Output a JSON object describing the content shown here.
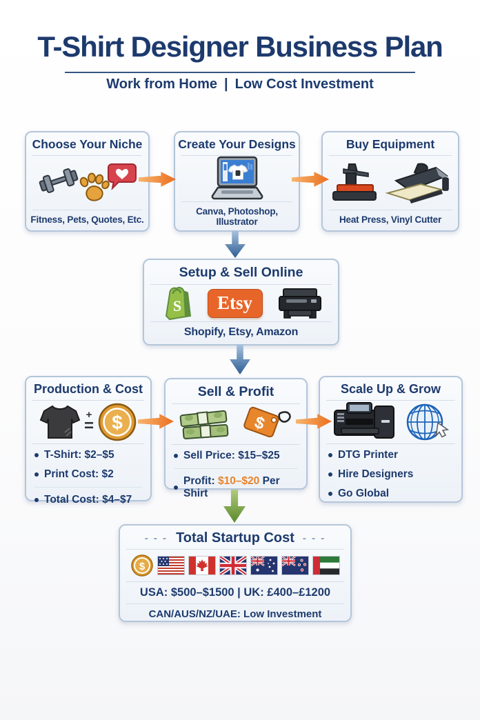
{
  "header": {
    "title": "T-Shirt Designer Business Plan",
    "subtitle_left": "Work from Home",
    "subtitle_divider": "|",
    "subtitle_right": "Low Cost Investment"
  },
  "flow": {
    "step1": {
      "title": "Choose Your Niche",
      "caption": "Fitness, Pets, Quotes, Etc.",
      "icons": [
        "dumbbell-icon",
        "paw-icon",
        "heart-chat-icon"
      ]
    },
    "step2": {
      "title": "Create Your Designs",
      "caption": "Canva, Photoshop, Illustrator",
      "icons": [
        "laptop-design-icon"
      ]
    },
    "step3": {
      "title": "Buy Equipment",
      "caption": "Heat Press, Vinyl Cutter",
      "icons": [
        "heat-press-icon",
        "vinyl-press-icon"
      ]
    },
    "step4": {
      "title": "Setup & Sell Online",
      "caption": "Shopify, Etsy, Amazon",
      "etsy_label": "Etsy",
      "icons": [
        "shopify-bag-icon",
        "etsy-logo",
        "printer-icon"
      ]
    },
    "step5": {
      "title": "Production & Cost",
      "plus": "+",
      "equals": "=",
      "items": [
        "T-Shirt: $2–$5",
        "Print Cost: $2",
        "Total Cost: $4–$7"
      ],
      "icons": [
        "tshirt-icon",
        "plus-equals",
        "dollar-coin-icon"
      ]
    },
    "step6": {
      "title": "Sell & Profit",
      "item1": "Sell Price: $15–$25",
      "item2_prefix": "Profit:",
      "item2_highlight": "$10–$20",
      "item2_suffix": "Per Shirt",
      "icons": [
        "cash-stack-icon",
        "price-tag-icon"
      ]
    },
    "step7": {
      "title": "Scale Up & Grow",
      "items": [
        "DTG Printer",
        "Hire Designers",
        "Go Global"
      ],
      "icons": [
        "dtg-printer-icon",
        "globe-cursor-icon"
      ]
    },
    "step8": {
      "title": "Total Startup Cost",
      "dash": "- - -",
      "line1": "USA: $500–$1500 | UK: £400–£1200",
      "line2": "CAN/AUS/NZ/UAE: Low Investment",
      "icons": [
        "dollar-coin-icon",
        "usa-flag",
        "canada-flag",
        "uk-flag",
        "australia-flag",
        "new-zealand-flag",
        "uae-flag"
      ]
    }
  },
  "colors": {
    "navy": "#1d3a6d",
    "orange_accent": "#e8832a",
    "arrow_orange": "#eb6f1e",
    "arrow_blue": "#2c5d94",
    "arrow_green": "#598a2b",
    "box_border": "#b4c5da",
    "etsy_orange": "#e8652a",
    "shopify_green": "#95bf47"
  }
}
